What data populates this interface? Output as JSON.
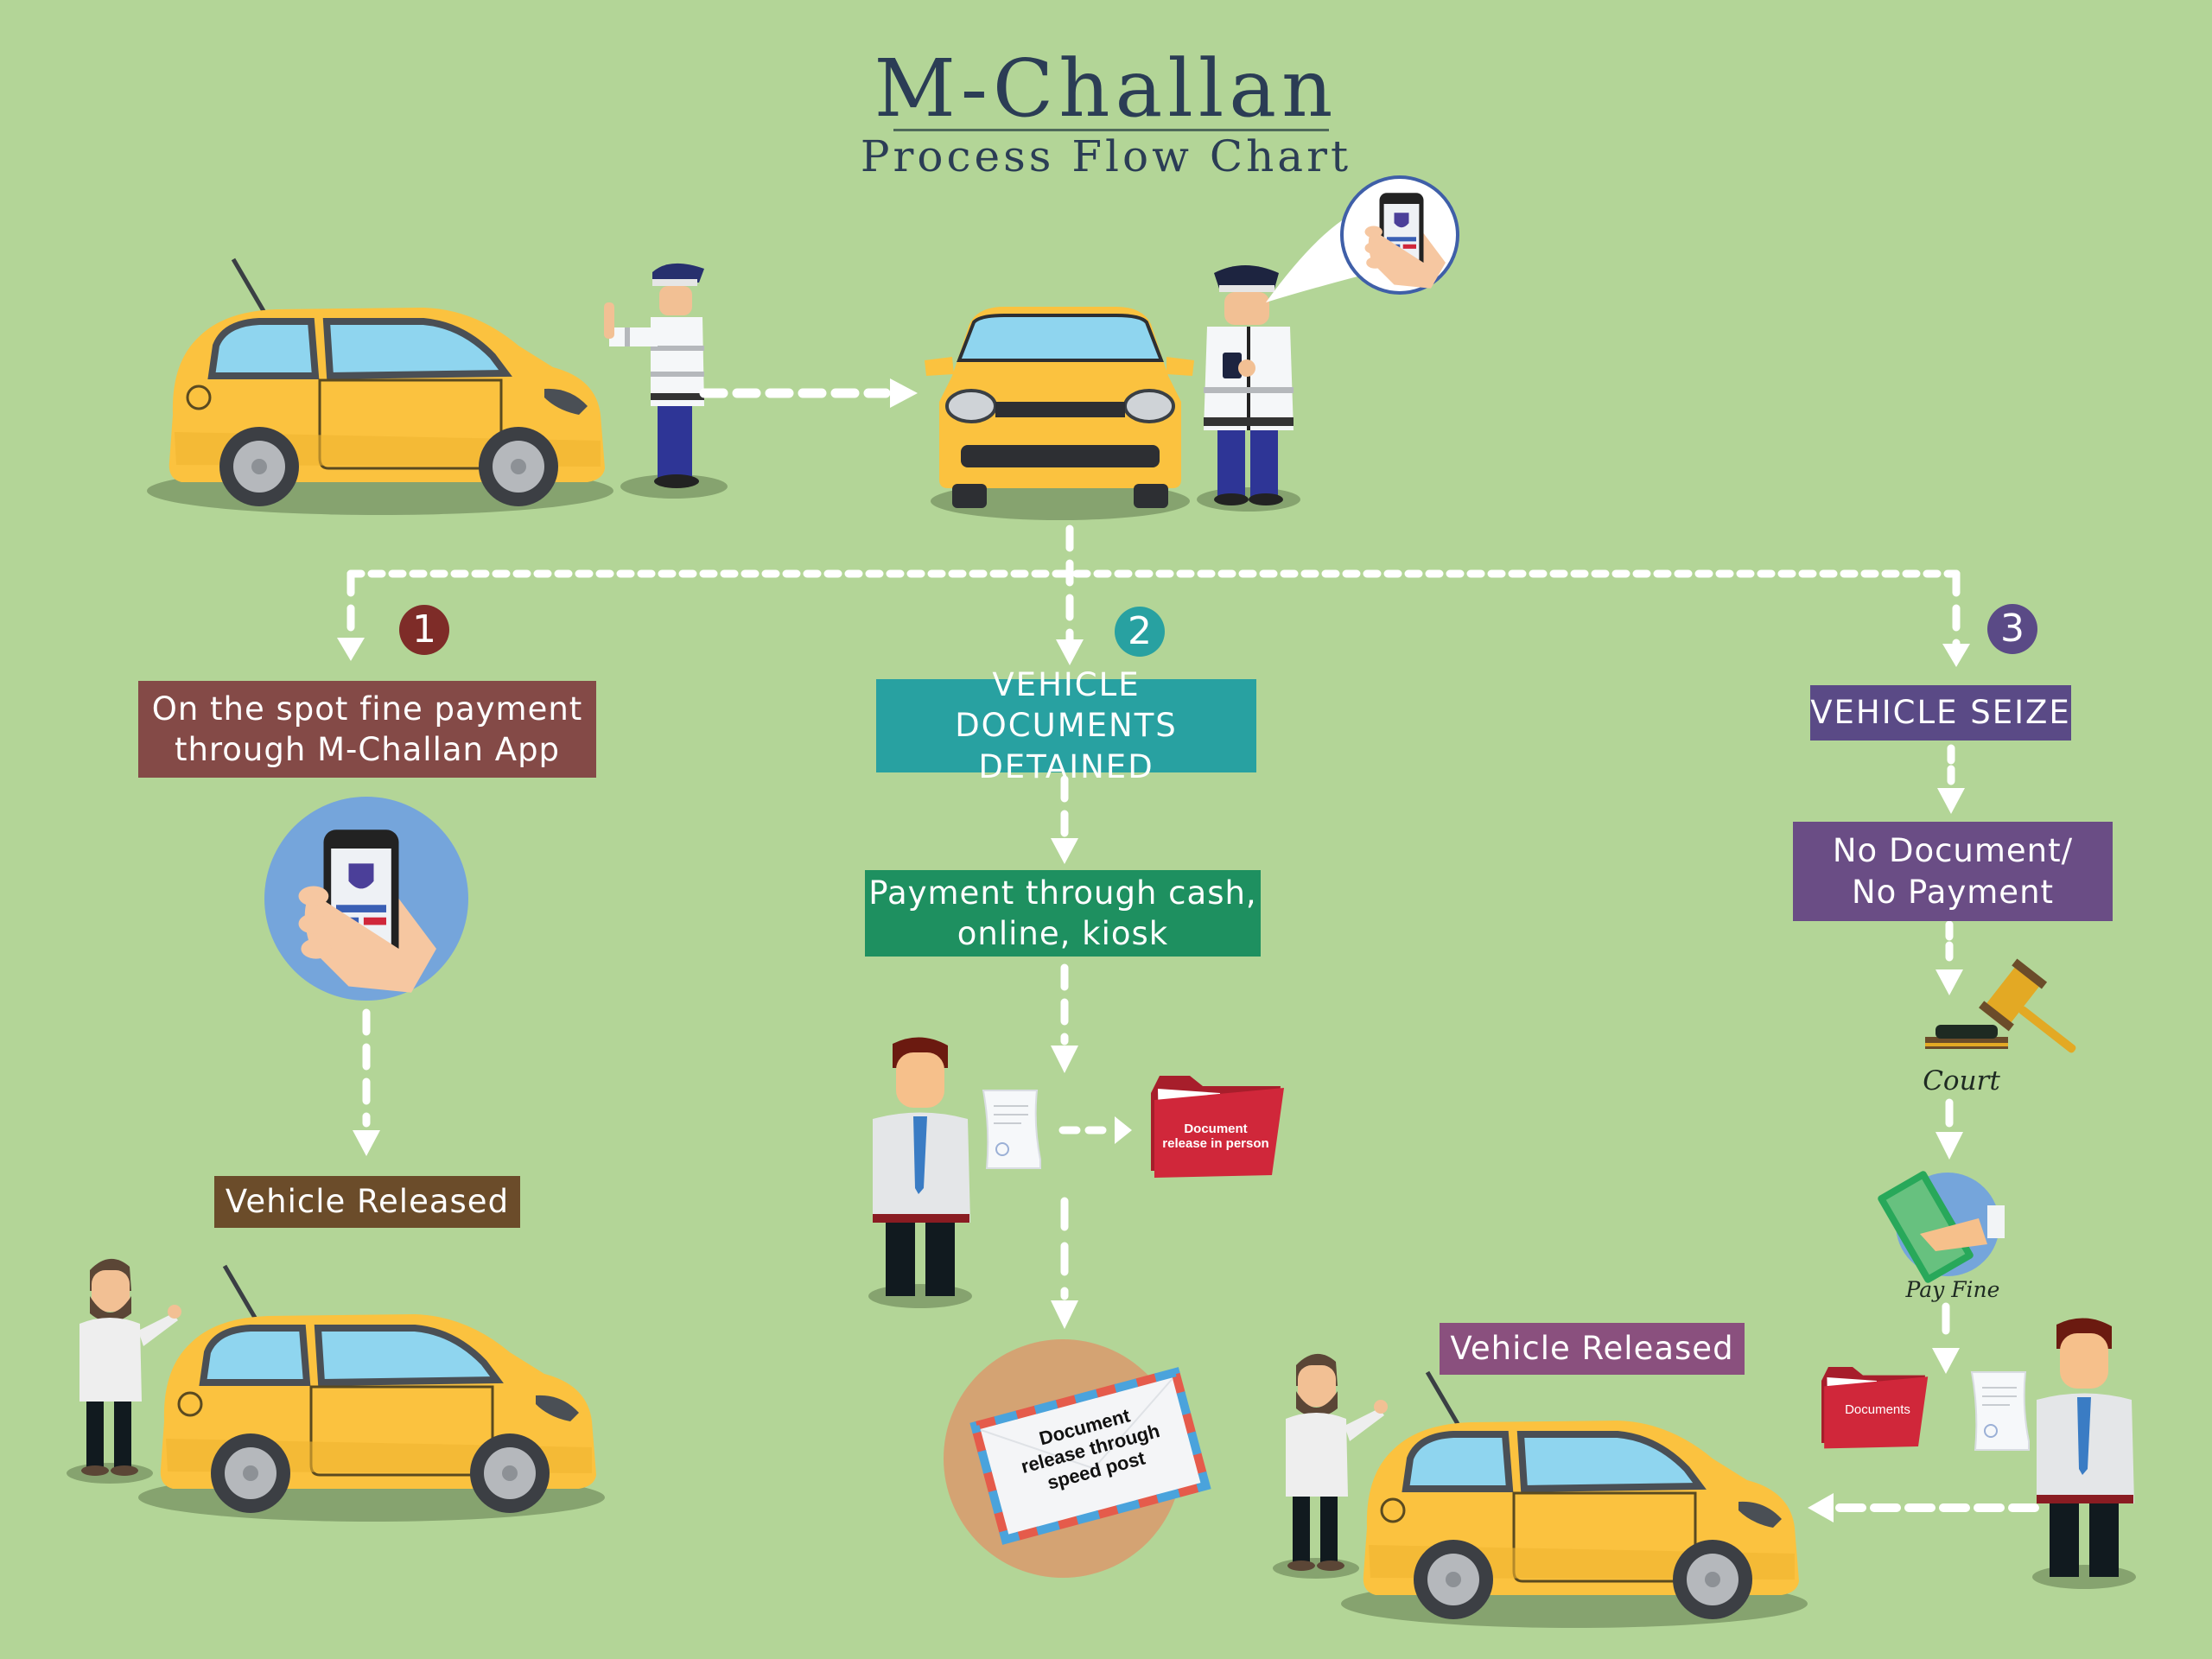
{
  "header": {
    "title": "M-Challan",
    "subtitle": "Process Flow Chart"
  },
  "colors": {
    "background": "#b3d597",
    "title_text": "#2b3d55",
    "option1": "#844a47",
    "option2": "#28a1a1",
    "option2_payment": "#1e9060",
    "option3": "#5a4a86",
    "option3_nodoc": "#6a4d85",
    "released_left": "#6b4c2a",
    "released_right": "#8a507e",
    "folder_red": "#d0273a",
    "car_yellow": "#fbc23f",
    "arrow": "#ffffff"
  },
  "options": [
    {
      "number": "1",
      "label_lines": [
        "On the spot fine payment",
        "through M-Challan App"
      ],
      "result": "Vehicle Released"
    },
    {
      "number": "2",
      "label_lines": [
        "VEHICLE DOCUMENTS",
        "DETAINED"
      ],
      "payment_lines": [
        "Payment through cash,",
        "online, kiosk"
      ],
      "folder_lines": [
        "Document",
        "release in person"
      ],
      "envelope_lines": [
        "Document",
        "release through",
        "speed post"
      ]
    },
    {
      "number": "3",
      "label_lines": [
        "VEHICLE SEIZE"
      ],
      "condition_lines": [
        "No Document/",
        "No Payment"
      ],
      "court_label": "Court",
      "payfine_label": "Pay Fine",
      "documents_folder": "Documents",
      "result": "Vehicle Released"
    }
  ],
  "icons": {
    "car_side": "car-side-icon",
    "car_front": "car-front-icon",
    "police": "traffic-police-icon",
    "phone": "smartphone-app-icon",
    "gavel": "gavel-icon",
    "cash": "cash-payment-icon",
    "folder": "folder-icon",
    "envelope": "envelope-icon",
    "person": "person-icon"
  }
}
